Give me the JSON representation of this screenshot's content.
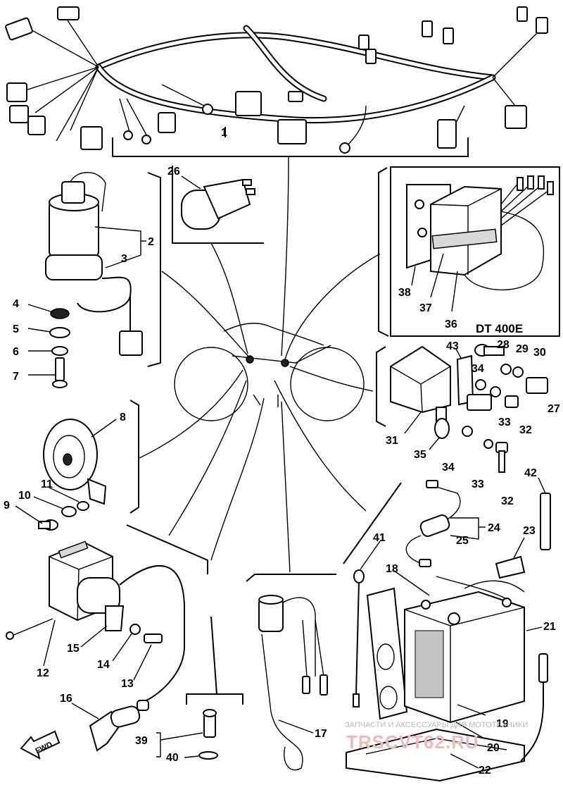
{
  "model_label": "DT 400E",
  "fwd_label": "FWD",
  "watermark": {
    "line1": "ЗАПЧАСТИ И АКСЕССУАРЫ ДЛЯ МОТОТЕХНИКИ",
    "line2": "TRSCVT62.RU"
  },
  "callouts": {
    "p1": "1",
    "p2": "2",
    "p3": "3",
    "p4": "4",
    "p5": "5",
    "p6": "6",
    "p7": "7",
    "p8": "8",
    "p9": "9",
    "p10": "10",
    "p11": "11",
    "p12": "12",
    "p13": "13",
    "p14": "14",
    "p15": "15",
    "p16": "16",
    "p17": "17",
    "p18": "18",
    "p19": "19",
    "p20": "20",
    "p21": "21",
    "p22": "22",
    "p23": "23",
    "p24": "24",
    "p25": "25",
    "p26": "26",
    "p27": "27",
    "p28": "28",
    "p29": "29",
    "p30": "30",
    "p31": "31",
    "p32a": "32",
    "p32b": "32",
    "p33a": "33",
    "p33b": "33",
    "p34a": "34",
    "p34b": "34",
    "p35": "35",
    "p36": "36",
    "p37": "37",
    "p38": "38",
    "p39": "39",
    "p40": "40",
    "p41": "41",
    "p42": "42",
    "p43": "43"
  }
}
